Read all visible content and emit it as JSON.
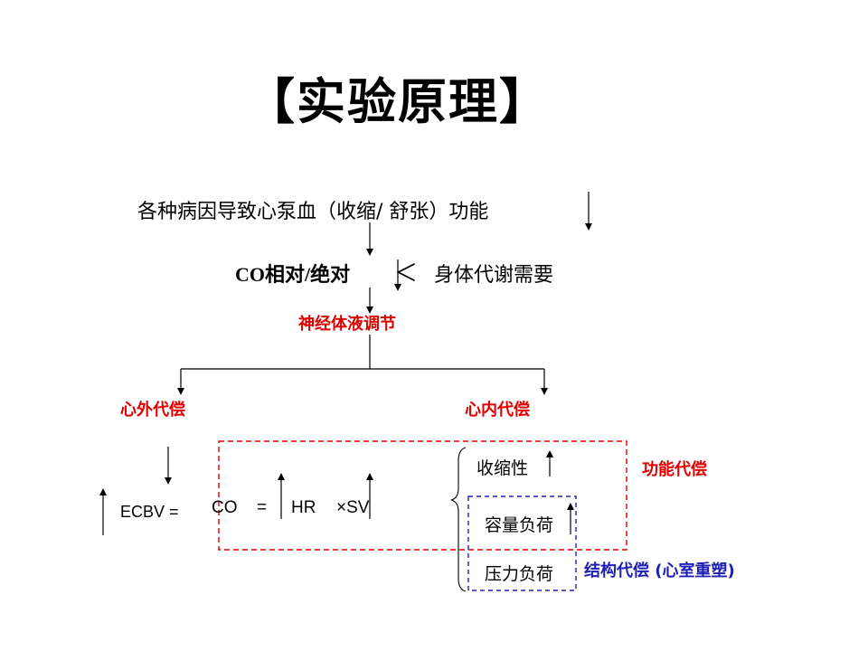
{
  "title": "【实验原理】",
  "cause_text": "各种病因导致心泵血（收缩/ 舒张）功能",
  "co_relative_text": "CO相对/绝对",
  "less_than_symbol": "＜",
  "metabolism_text": "身体代谢需要",
  "neurohumoral_label": "神经体液调节",
  "extracardiac_label": "心外代偿",
  "intracardiac_label": "心内代偿",
  "formula": {
    "ecbv": "ECBV =",
    "co": "CO",
    "eq": "=",
    "hr": "HR",
    "times_sv": "×SV"
  },
  "intracardiac_items": {
    "contractility": "收缩性",
    "volume_load": "容量负荷",
    "pressure_load": "压力负荷"
  },
  "functional_comp_label": "功能代偿",
  "structural_comp_label": "结构代偿 (心室重塑)",
  "colors": {
    "red": "#e00000",
    "blue": "#1f1fb4",
    "black": "#000000"
  }
}
